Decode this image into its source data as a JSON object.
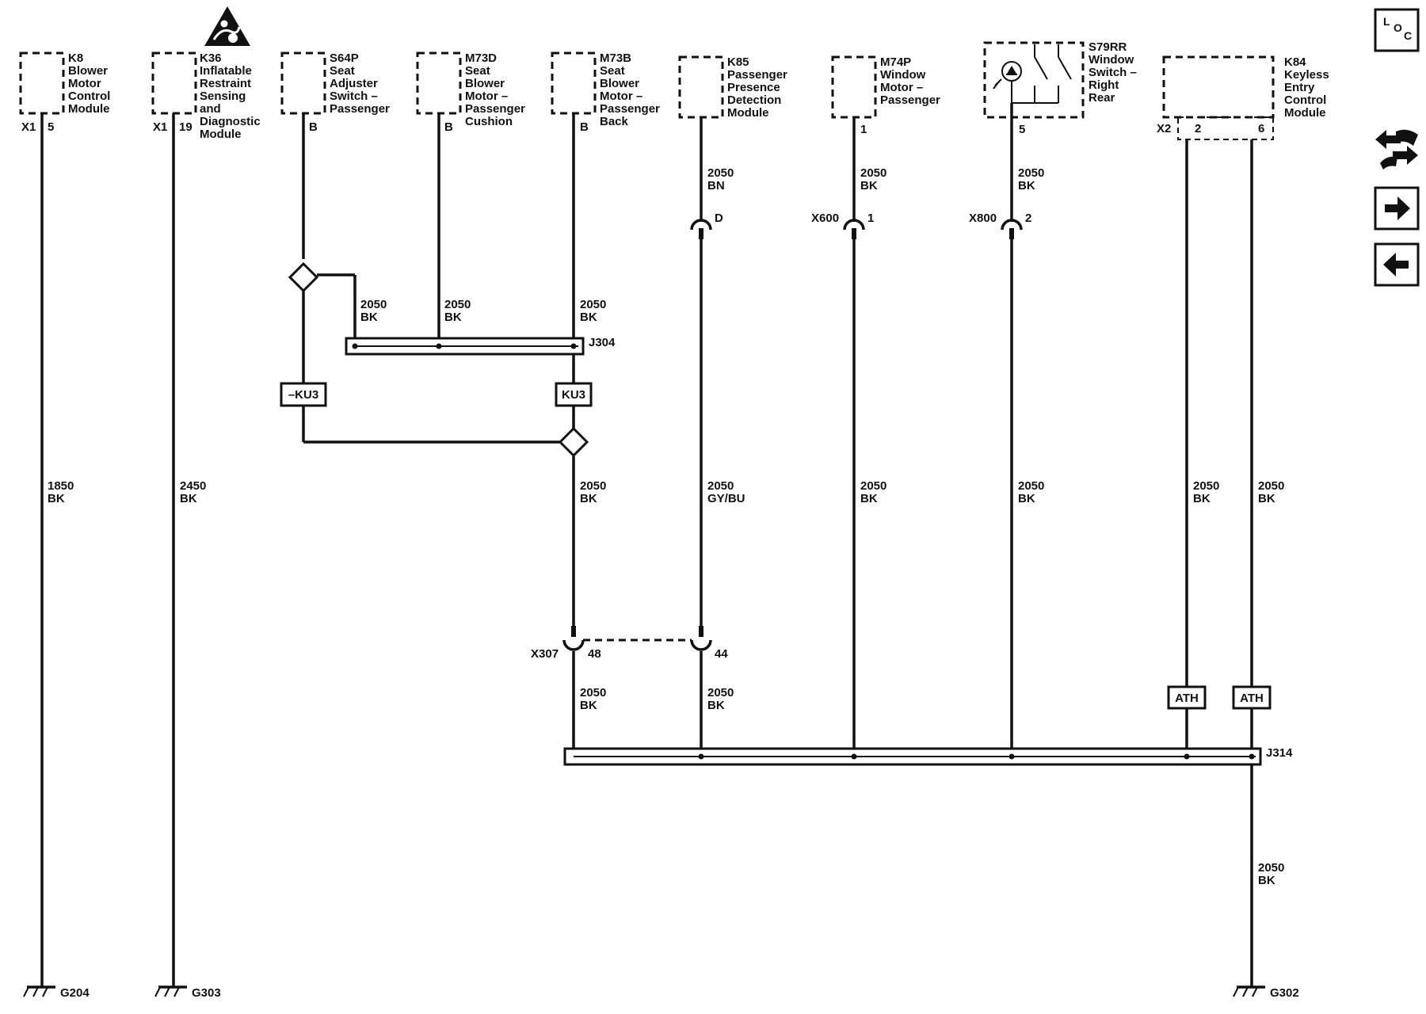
{
  "components": {
    "k8": {
      "ref": "K8",
      "lines": [
        "Blower",
        "Motor",
        "Control",
        "Module"
      ],
      "connector": "X1",
      "pin": "5"
    },
    "k36": {
      "ref": "K36",
      "lines": [
        "Inflatable",
        "Restraint",
        "Sensing",
        "and",
        "Diagnostic",
        "Module"
      ],
      "connector": "X1",
      "pin": "19"
    },
    "s64p": {
      "ref": "S64P",
      "lines": [
        "Seat",
        "Adjuster",
        "Switch –",
        "Passenger"
      ],
      "pin": "B"
    },
    "m73d": {
      "ref": "M73D",
      "lines": [
        "Seat",
        "Blower",
        "Motor –",
        "Passenger",
        "Cushion"
      ],
      "pin": "B"
    },
    "m73b": {
      "ref": "M73B",
      "lines": [
        "Seat",
        "Blower",
        "Motor –",
        "Passenger",
        "Back"
      ],
      "pin": "B"
    },
    "k85": {
      "ref": "K85",
      "lines": [
        "Passenger",
        "Presence",
        "Detection",
        "Module"
      ]
    },
    "m74p": {
      "ref": "M74P",
      "lines": [
        "Window",
        "Motor –",
        "Passenger"
      ],
      "pin": "1"
    },
    "s79rr": {
      "ref": "S79RR",
      "lines": [
        "Window",
        "Switch –",
        "Right",
        "Rear"
      ],
      "pin": "5"
    },
    "k84": {
      "ref": "K84",
      "lines": [
        "Keyless",
        "Entry",
        "Control",
        "Module"
      ],
      "connector": "X2",
      "pins": [
        "2",
        "6"
      ]
    }
  },
  "wires": {
    "k8_lower": {
      "circuit": "1850",
      "color": "BK"
    },
    "k36_lower": {
      "circuit": "2450",
      "color": "BK"
    },
    "s64p_upper": {
      "circuit": "2050",
      "color": "BK"
    },
    "m73d_upper": {
      "circuit": "2050",
      "color": "BK"
    },
    "m73b_upper": {
      "circuit": "2050",
      "color": "BK"
    },
    "m73b_lower": {
      "circuit": "2050",
      "color": "BK"
    },
    "k85_upper": {
      "circuit": "2050",
      "color": "BN"
    },
    "k85_lower": {
      "circuit": "2050",
      "color": "GY/BU"
    },
    "m74p_upper": {
      "circuit": "2050",
      "color": "BK"
    },
    "m74p_lower": {
      "circuit": "2050",
      "color": "BK"
    },
    "s79rr_upper": {
      "circuit": "2050",
      "color": "BK"
    },
    "s79rr_lower": {
      "circuit": "2050",
      "color": "BK"
    },
    "k84_pin2": {
      "circuit": "2050",
      "color": "BK"
    },
    "k84_pin6": {
      "circuit": "2050",
      "color": "BK"
    },
    "x307_48_lower": {
      "circuit": "2050",
      "color": "BK"
    },
    "x307_44_lower": {
      "circuit": "2050",
      "color": "BK"
    },
    "j314_ground": {
      "circuit": "2050",
      "color": "BK"
    }
  },
  "connectors": {
    "k85_inline": {
      "pin": "D"
    },
    "x600": {
      "name": "X600",
      "pin": "1"
    },
    "x800": {
      "name": "X800",
      "pin": "2"
    },
    "x307": {
      "name": "X307",
      "pins": [
        "48",
        "44"
      ]
    }
  },
  "splices": {
    "j304": "J304",
    "j314": "J314"
  },
  "options": {
    "not_ku3": "–KU3",
    "ku3": "KU3",
    "ath_left": "ATH",
    "ath_right": "ATH"
  },
  "grounds": {
    "g204": "G204",
    "g303": "G303",
    "g302": "G302"
  },
  "nav": {
    "loc_letters": [
      "L",
      "O",
      "C"
    ],
    "icons": [
      "location-icon",
      "connector-view-icon",
      "next-page-icon",
      "previous-page-icon"
    ]
  }
}
